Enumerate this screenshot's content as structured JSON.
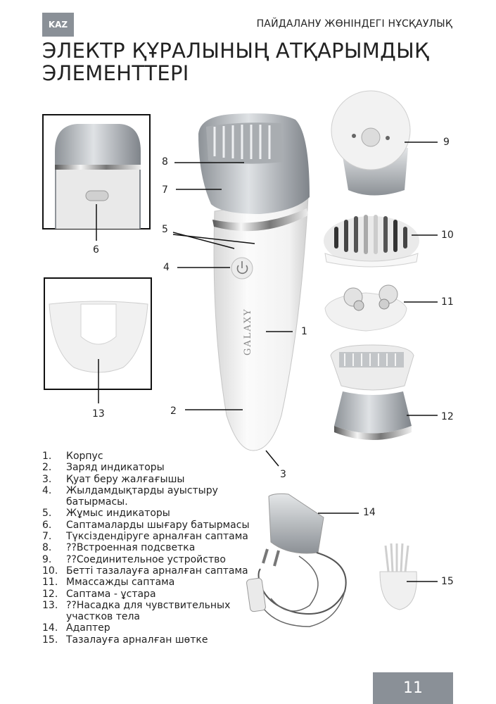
{
  "header": {
    "lang": "KAZ",
    "title": "ПАЙДАЛАНУ ЖӨНІНДЕГІ НҰСҚАУЛЫҚ"
  },
  "page_title": [
    "ЭЛЕКТР ҚҰРАЛЫНЫҢ АТҚАРЫМДЫҚ",
    "ЭЛЕМЕНТТЕРІ"
  ],
  "device_brand": "GALAXY",
  "callouts": [
    "1",
    "2",
    "3",
    "4",
    "5",
    "6",
    "7",
    "8",
    "9",
    "10",
    "11",
    "12",
    "13",
    "14",
    "15"
  ],
  "parts": [
    {
      "num": "1.",
      "label": "Корпус"
    },
    {
      "num": "2.",
      "label": "Заряд индикаторы"
    },
    {
      "num": "3.",
      "label": "Қуат беру жалғағышы"
    },
    {
      "num": "4.",
      "label": "Жылдамдықтарды ауыстыру батырмасы."
    },
    {
      "num": "5.",
      "label": "Жұмыс индикаторы"
    },
    {
      "num": "6.",
      "label": "Саптамаларды шығару батырмасы"
    },
    {
      "num": "7.",
      "label": "Түксіздендіруге арналған саптама"
    },
    {
      "num": "8.",
      "label": "??Встроенная подсветка"
    },
    {
      "num": "9.",
      "label": "??Соединительное устройство"
    },
    {
      "num": "10.",
      "label": "Бетті тазалауға арналған саптама"
    },
    {
      "num": "11.",
      "label": "Ммассажды саптама"
    },
    {
      "num": "12.",
      "label": "Саптама - ұстара"
    },
    {
      "num": "13.",
      "label": "??Насадка для чувствительных участков тела"
    },
    {
      "num": "14.",
      "label": "Адаптер"
    },
    {
      "num": "15.",
      "label": "Тазалауға арналған шөтке"
    }
  ],
  "page_number": "11",
  "colors": {
    "tab": "#8a9097",
    "text": "#222222",
    "device_silver": "#b4b8bc",
    "device_white": "#f4f4f4"
  }
}
